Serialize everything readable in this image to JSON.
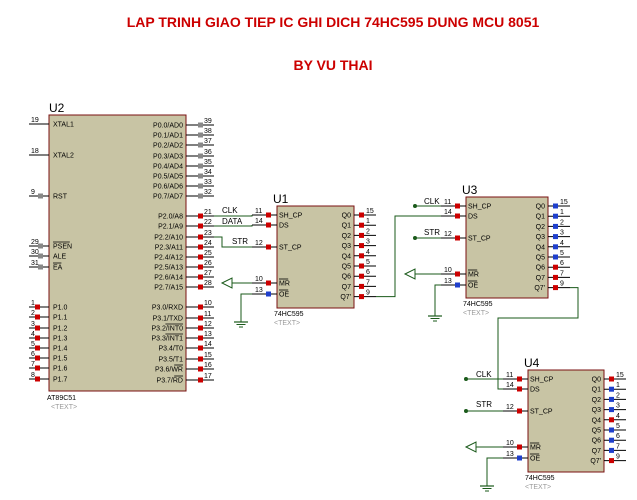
{
  "title": "LAP TRINH GIAO TIEP IC GHI DICH 74HC595 DUNG MCU 8051",
  "subtitle": "BY VU THAI",
  "colors": {
    "title": "#cc0000",
    "chip_fill": "#c8c4a4",
    "chip_border": "#7a1010",
    "wire": "#1a5a1a",
    "pin_line": "#000000",
    "dot_red": "#cc0000",
    "dot_blue": "#1f3fcc",
    "dot_gray": "#888888",
    "placeholder": "#9a9a9a"
  },
  "placeholder_text": "<TEXT>",
  "mcu": {
    "ref": "U2",
    "part": "AT89C51",
    "left_pins": [
      {
        "num": "19",
        "name": "XTAL1",
        "over": false
      },
      {
        "num": "18",
        "name": "XTAL2",
        "over": false
      },
      {
        "num": "9",
        "name": "RST",
        "over": false
      },
      {
        "num": "29",
        "name": "PSEN",
        "over": true
      },
      {
        "num": "30",
        "name": "ALE",
        "over": false
      },
      {
        "num": "31",
        "name": "EA",
        "over": true
      },
      {
        "num": "1",
        "name": "P1.0",
        "over": false
      },
      {
        "num": "2",
        "name": "P1.1",
        "over": false
      },
      {
        "num": "3",
        "name": "P1.2",
        "over": false
      },
      {
        "num": "4",
        "name": "P1.3",
        "over": false
      },
      {
        "num": "5",
        "name": "P1.4",
        "over": false
      },
      {
        "num": "6",
        "name": "P1.5",
        "over": false
      },
      {
        "num": "7",
        "name": "P1.6",
        "over": false
      },
      {
        "num": "8",
        "name": "P1.7",
        "over": false
      }
    ],
    "right_pins": [
      {
        "num": "39",
        "name": "P0.0/AD0",
        "dot": "gray"
      },
      {
        "num": "38",
        "name": "P0.1/AD1",
        "dot": "gray"
      },
      {
        "num": "37",
        "name": "P0.2/AD2",
        "dot": "gray"
      },
      {
        "num": "36",
        "name": "P0.3/AD3",
        "dot": "gray"
      },
      {
        "num": "35",
        "name": "P0.4/AD4",
        "dot": "gray"
      },
      {
        "num": "34",
        "name": "P0.5/AD5",
        "dot": "gray"
      },
      {
        "num": "33",
        "name": "P0.6/AD6",
        "dot": "gray"
      },
      {
        "num": "32",
        "name": "P0.7/AD7",
        "dot": "gray"
      },
      {
        "num": "21",
        "name": "P2.0/A8",
        "dot": "red"
      },
      {
        "num": "22",
        "name": "P2.1/A9",
        "dot": "red"
      },
      {
        "num": "23",
        "name": "P2.2/A10",
        "dot": "red"
      },
      {
        "num": "24",
        "name": "P2.3/A11",
        "dot": "red"
      },
      {
        "num": "25",
        "name": "P2.4/A12",
        "dot": "red"
      },
      {
        "num": "26",
        "name": "P2.5/A13",
        "dot": "red"
      },
      {
        "num": "27",
        "name": "P2.6/A14",
        "dot": "red"
      },
      {
        "num": "28",
        "name": "P2.7/A15",
        "dot": "red"
      },
      {
        "num": "10",
        "name": "P3.0/RXD",
        "dot": "red"
      },
      {
        "num": "11",
        "name": "P3.1/TXD",
        "dot": "red"
      },
      {
        "num": "12",
        "name": "P3.2/INT0",
        "dot": "red"
      },
      {
        "num": "13",
        "name": "P3.3/INT1",
        "dot": "red"
      },
      {
        "num": "14",
        "name": "P3.4/T0",
        "dot": "red"
      },
      {
        "num": "15",
        "name": "P3.5/T1",
        "dot": "red"
      },
      {
        "num": "16",
        "name": "P3.6/WR",
        "dot": "red"
      },
      {
        "num": "17",
        "name": "P3.7/RD",
        "dot": "red"
      }
    ]
  },
  "shift_left_pins": [
    {
      "num": "11",
      "name": "SH_CP",
      "over": false
    },
    {
      "num": "14",
      "name": "DS",
      "over": false
    },
    {
      "num": "12",
      "name": "ST_CP",
      "over": false
    },
    {
      "num": "10",
      "name": "MR",
      "over": true
    },
    {
      "num": "13",
      "name": "OE",
      "over": true
    }
  ],
  "shift_right_pins": [
    {
      "num": "15",
      "name": "Q0"
    },
    {
      "num": "1",
      "name": "Q1"
    },
    {
      "num": "2",
      "name": "Q2"
    },
    {
      "num": "3",
      "name": "Q3"
    },
    {
      "num": "4",
      "name": "Q4"
    },
    {
      "num": "5",
      "name": "Q5"
    },
    {
      "num": "6",
      "name": "Q6"
    },
    {
      "num": "7",
      "name": "Q7"
    },
    {
      "num": "9",
      "name": "Q7'"
    }
  ],
  "shift_registers": [
    {
      "ref": "U1",
      "part": "74HC595",
      "out_dots": [
        "red",
        "red",
        "red",
        "red",
        "red",
        "red",
        "red",
        "red",
        "red"
      ]
    },
    {
      "ref": "U3",
      "part": "74HC595",
      "out_dots": [
        "blue",
        "blue",
        "blue",
        "blue",
        "blue",
        "blue",
        "red",
        "red",
        "red"
      ]
    },
    {
      "ref": "U4",
      "part": "74HC595",
      "out_dots": [
        "red",
        "blue",
        "blue",
        "blue",
        "red",
        "blue",
        "blue",
        "blue",
        "red"
      ]
    }
  ],
  "nets": {
    "clk": "CLK",
    "data": "DATA",
    "str": "STR"
  }
}
